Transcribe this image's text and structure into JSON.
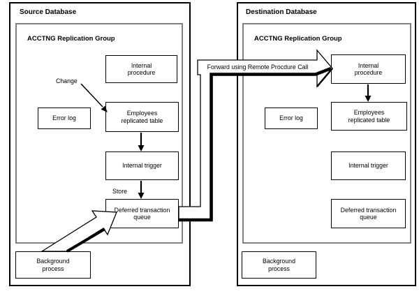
{
  "diagram": {
    "source": {
      "title": "Source Database",
      "group_label": "ACCTNG Replication Group",
      "nodes": {
        "internal_procedure": "Internal\nprocedure",
        "error_log": "Error log",
        "employees_table": "Employees\nreplicated table",
        "internal_trigger": "Internal trigger",
        "deferred_queue": "Deferred transaction\nqueue",
        "background_process": "Background\nprocess"
      },
      "annotations": {
        "change": "Change",
        "store": "Store"
      }
    },
    "destination": {
      "title": "Destination Database",
      "group_label": "ACCTNG Replication Group",
      "nodes": {
        "internal_procedure": "Internal\nprocedure",
        "error_log": "Error log",
        "employees_table": "Employees\nreplicated table",
        "internal_trigger": "Internal trigger",
        "deferred_queue": "Deferred transaction\nqueue",
        "background_process": "Background\nprocess"
      }
    },
    "connector": {
      "label": "Forward using Remote Procdure Call"
    },
    "colors": {
      "line": "#000000",
      "group_border": "#818181",
      "background": "#ffffff",
      "text": "#000000"
    }
  }
}
